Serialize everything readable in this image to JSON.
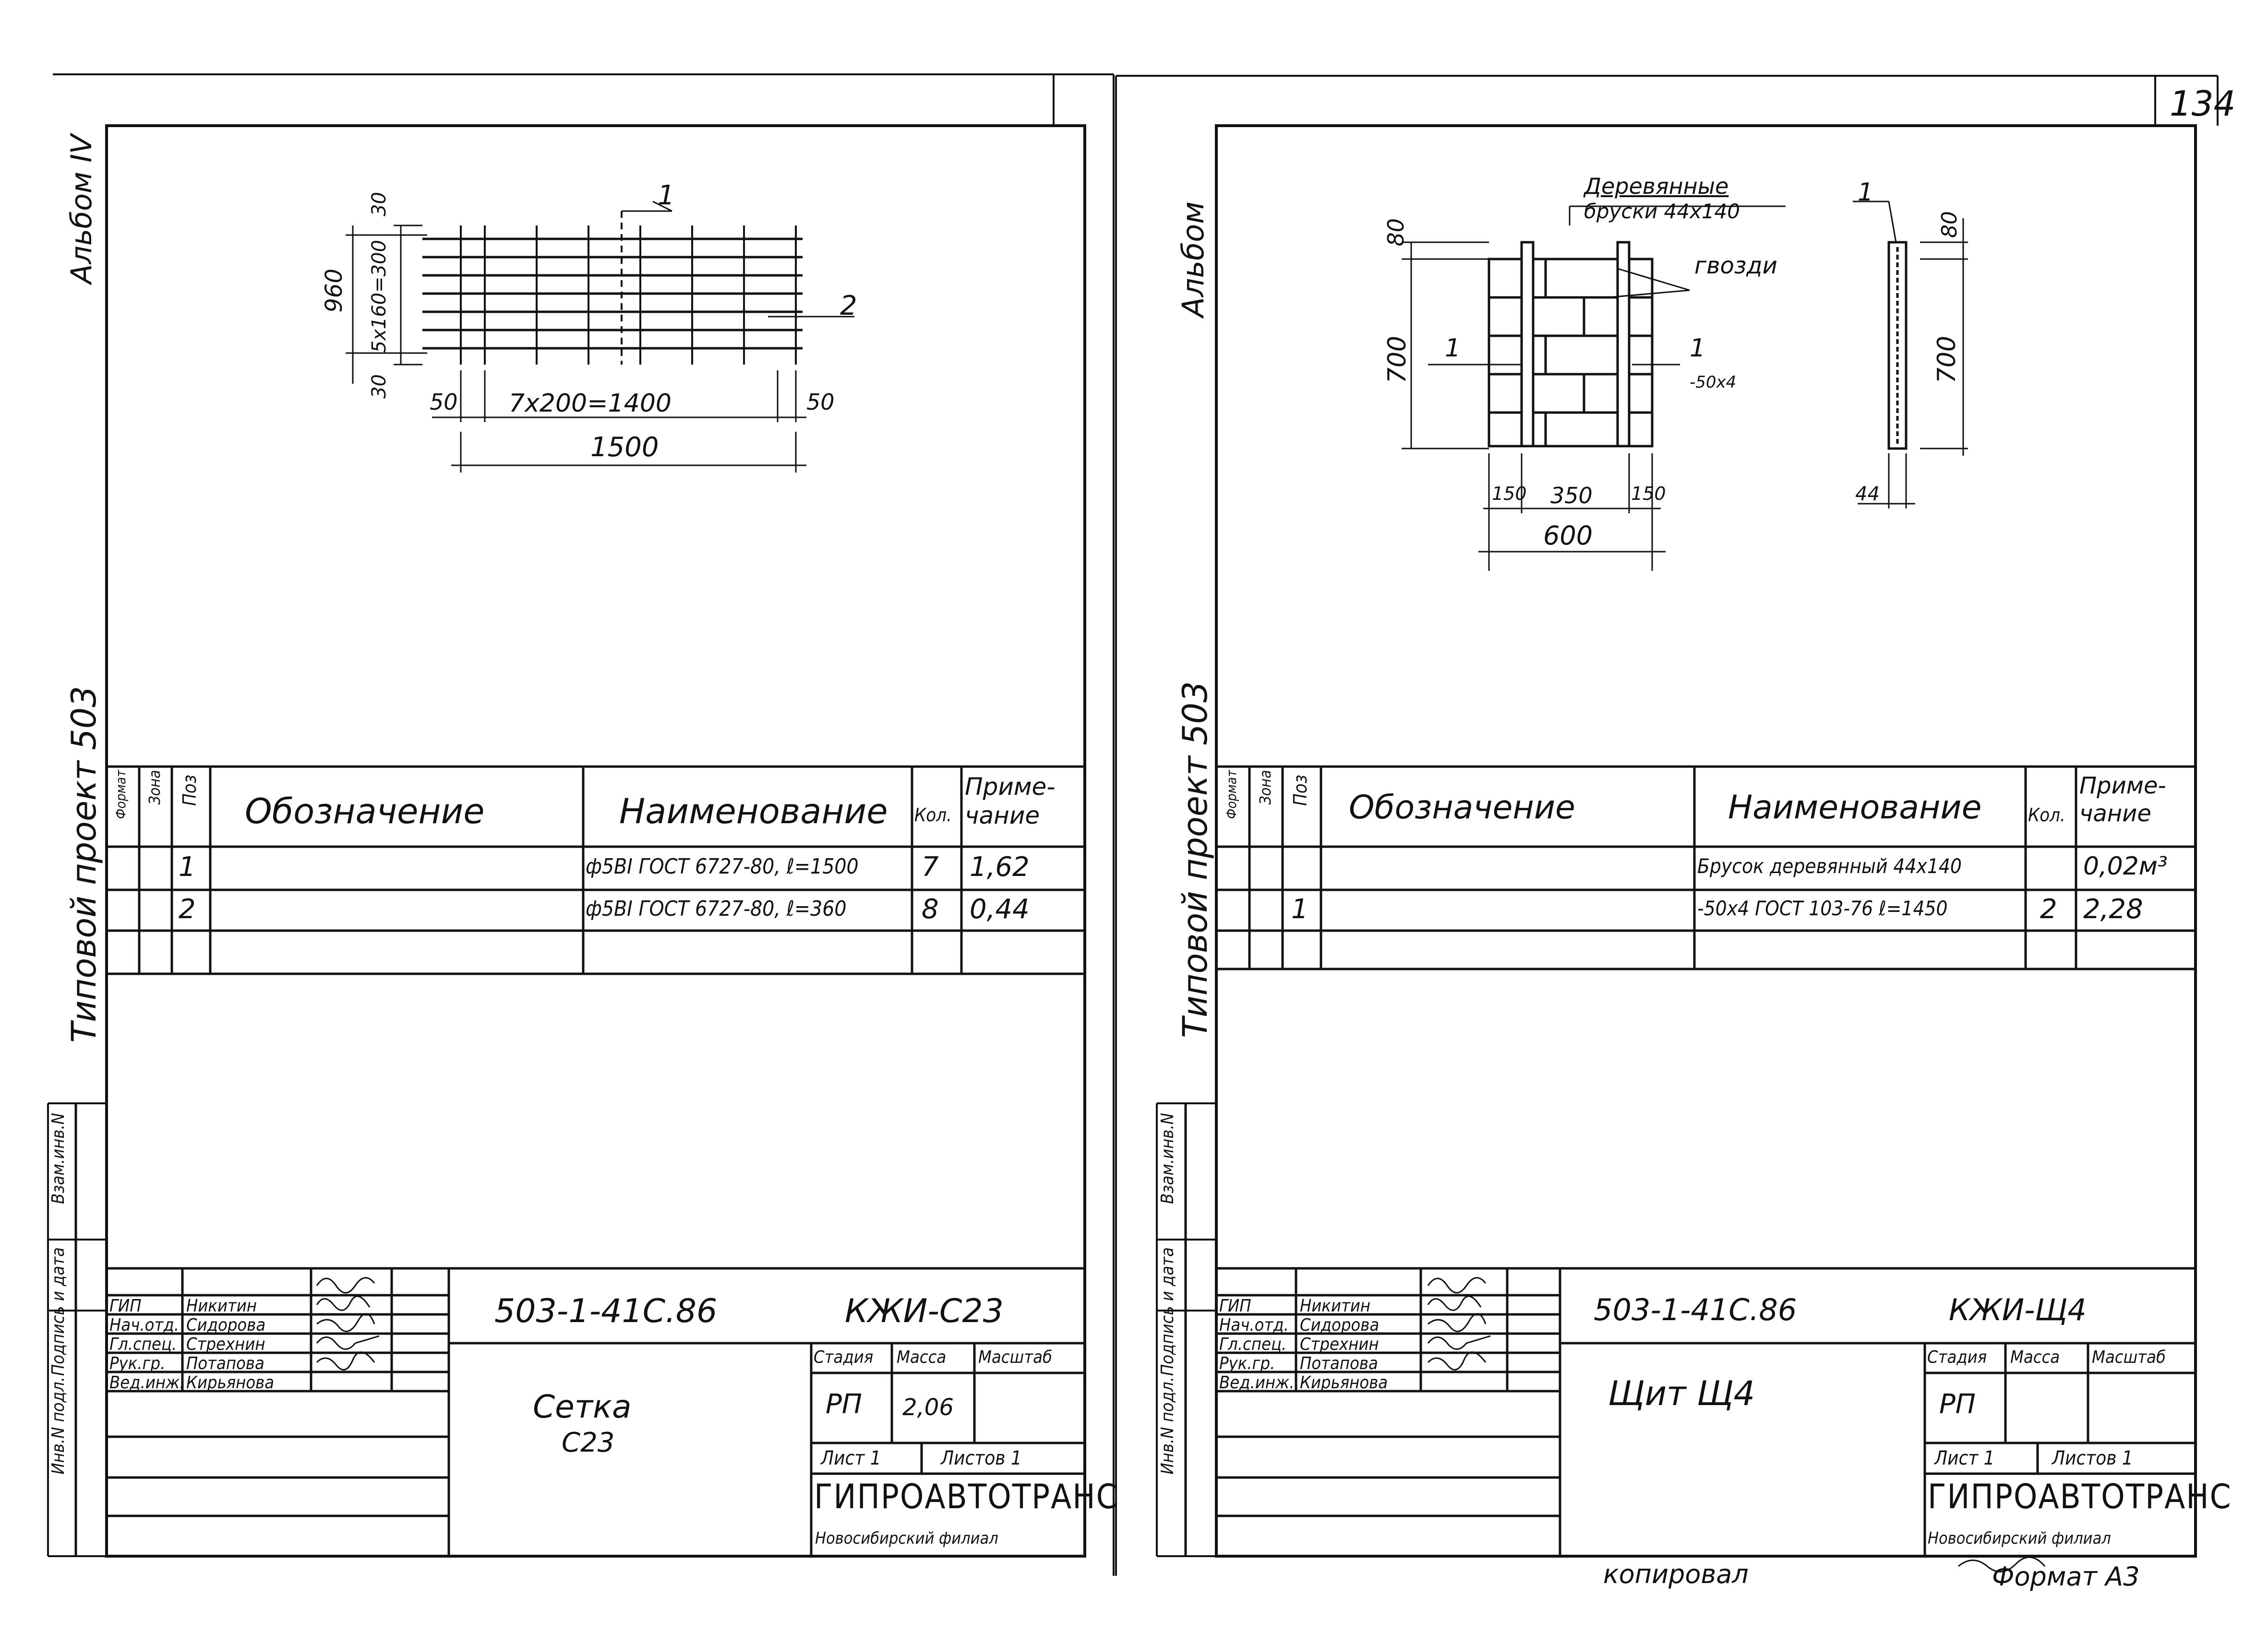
{
  "page_number": "134",
  "left_sheet": {
    "album": "Альбом IV",
    "series": "Типовой проект 503",
    "side_stamp": [
      "Инв.N подл.",
      "Подпись и дата",
      "Взам.инв.N"
    ],
    "drawing": {
      "pos1": "1",
      "pos2": "2",
      "dim_960": "960",
      "dim_5x160": "5x160=300",
      "dim_30a": "30",
      "dim_30b": "30",
      "dim_50a": "50",
      "dim_7x200": "7x200=1400",
      "dim_50b": "50",
      "dim_1500": "1500"
    },
    "spec_headers": {
      "format": "Формат",
      "zone": "Зона",
      "pos": "Поз",
      "designation": "Обозначение",
      "name": "Наименование",
      "qty": "Кол.",
      "note": "Приме-чание"
    },
    "spec_rows": [
      {
        "pos": "1",
        "name": "ф5ВI ГОСТ 6727-80, ℓ=1500",
        "qty": "7",
        "note": "1,62"
      },
      {
        "pos": "2",
        "name": "ф5ВI ГОСТ 6727-80, ℓ=360",
        "qty": "8",
        "note": "0,44"
      }
    ],
    "title_block": {
      "roles": [
        "ГИП",
        "Нач.отд.",
        "Гл.спец.",
        "Рук.гр.",
        "Вед.инж."
      ],
      "names": [
        "Никитин",
        "Сидорова",
        "Стрехнин",
        "Потапова",
        "Кирьянова"
      ],
      "code": "503-1-41С.86",
      "mark": "КЖИ-С23",
      "title_line1": "Сетка",
      "title_line2": "С23",
      "stage_label": "Стадия",
      "mass_label": "Масса",
      "scale_label": "Масштаб",
      "stage": "РП",
      "mass": "2,06",
      "sheet": "Лист 1",
      "sheets": "Листов 1",
      "org": "ГИПРОАВТОТРАНС",
      "branch": "Новосибирский филиал"
    }
  },
  "right_sheet": {
    "album": "Альбом",
    "series": "Типовой проект 503",
    "side_stamp": [
      "Инв.N подл.",
      "Подпись и дата",
      "Взам.инв.N"
    ],
    "drawing": {
      "label_wood": "Деревянные",
      "label_wood2": "бруски 44x140",
      "label_nails": "гвозди",
      "pos1a": "1",
      "pos1b": "1",
      "pos1c": "1",
      "strip": "-50x4",
      "dim_80a": "80",
      "dim_700a": "700",
      "dim_150a": "150",
      "dim_350": "350",
      "dim_150b": "150",
      "dim_600": "600",
      "dim_80b": "80",
      "dim_700b": "700",
      "dim_44": "44"
    },
    "spec_headers": {
      "format": "Формат",
      "zone": "Зона",
      "pos": "Поз",
      "designation": "Обозначение",
      "name": "Наименование",
      "qty": "Кол.",
      "note": "Приме-чание"
    },
    "spec_rows": [
      {
        "pos": "",
        "name": "Брусок деревянный 44x140",
        "qty": "",
        "note": "0,02м³"
      },
      {
        "pos": "1",
        "name": "-50x4 ГОСТ 103-76 ℓ=1450",
        "qty": "2",
        "note": "2,28"
      }
    ],
    "title_block": {
      "roles": [
        "ГИП",
        "Нач.отд.",
        "Гл.спец.",
        "Рук.гр.",
        "Вед.инж."
      ],
      "names": [
        "Никитин",
        "Сидорова",
        "Стрехнин",
        "Потапова",
        "Кирьянова"
      ],
      "code": "503-1-41С.86",
      "mark": "КЖИ-Щ4",
      "title": "Щит Щ4",
      "stage_label": "Стадия",
      "mass_label": "Масса",
      "scale_label": "Масштаб",
      "stage": "РП",
      "sheet": "Лист 1",
      "sheets": "Листов 1",
      "org": "ГИПРОАВТОТРАНС",
      "branch": "Новосибирский филиал"
    }
  },
  "footer": {
    "copied": "копировал",
    "format": "Формат А3"
  }
}
